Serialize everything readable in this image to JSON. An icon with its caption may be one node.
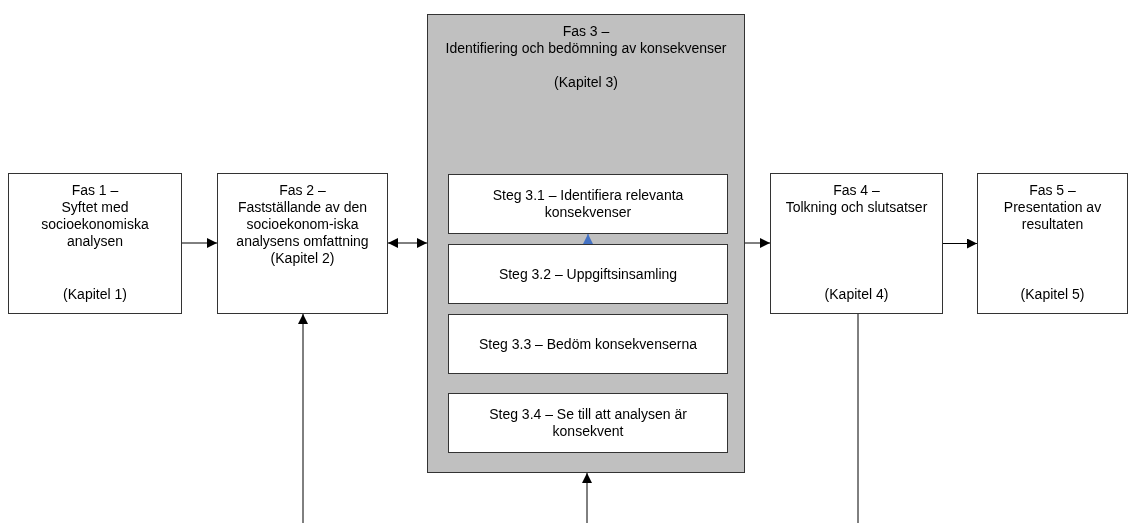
{
  "diagram": {
    "nodes": [
      {
        "text": [
          "Fas 1 –",
          "Syftet med socioekonomiska analysen",
          "(Kapitel 1)"
        ]
      },
      {
        "text": [
          "Fas 2 –",
          "Fastställande av den socioekonom-iska analysens omfattning",
          "(Kapitel 2)"
        ]
      },
      {
        "text": [
          "Fas 3 –",
          "Identifiering och bedömning av konsekvenser",
          "(Kapitel 3)"
        ]
      },
      {
        "text": [
          "Steg 3.1 – Identifiera relevanta konsekvenser"
        ],
        "in": 2
      },
      {
        "text": [
          "Steg 3.2 – Uppgiftsinsamling"
        ],
        "in": 2
      },
      {
        "text": [
          "Steg 3.3 – Bedöm konsekvenserna"
        ],
        "in": 2
      },
      {
        "text": [
          "Steg 3.4 – Se till att analysen är konsekvent"
        ],
        "in": 2
      },
      {
        "text": [
          "Fas 4 –",
          "Tolkning och slutsatser",
          "(Kapitel 4)"
        ]
      },
      {
        "text": [
          "Fas 5 –",
          "Presentation av resultaten",
          "(Kapitel 5)"
        ]
      }
    ],
    "edges": [
      {
        "from": 0,
        "to": 1,
        "arrow": "to"
      },
      {
        "from": 1,
        "to": 2,
        "arrow": "both"
      },
      {
        "from": 2,
        "to": 7,
        "arrow": "to"
      },
      {
        "from": 7,
        "to": 8,
        "arrow": "to"
      },
      {
        "from": 4,
        "to": 3,
        "arrow": "to",
        "color": "#4472c4"
      },
      {
        "from": null,
        "to": 1,
        "arrow": "to"
      },
      {
        "from": null,
        "to": 2,
        "arrow": "to"
      },
      {
        "from": 7,
        "to": null,
        "arrow": "none"
      }
    ]
  }
}
